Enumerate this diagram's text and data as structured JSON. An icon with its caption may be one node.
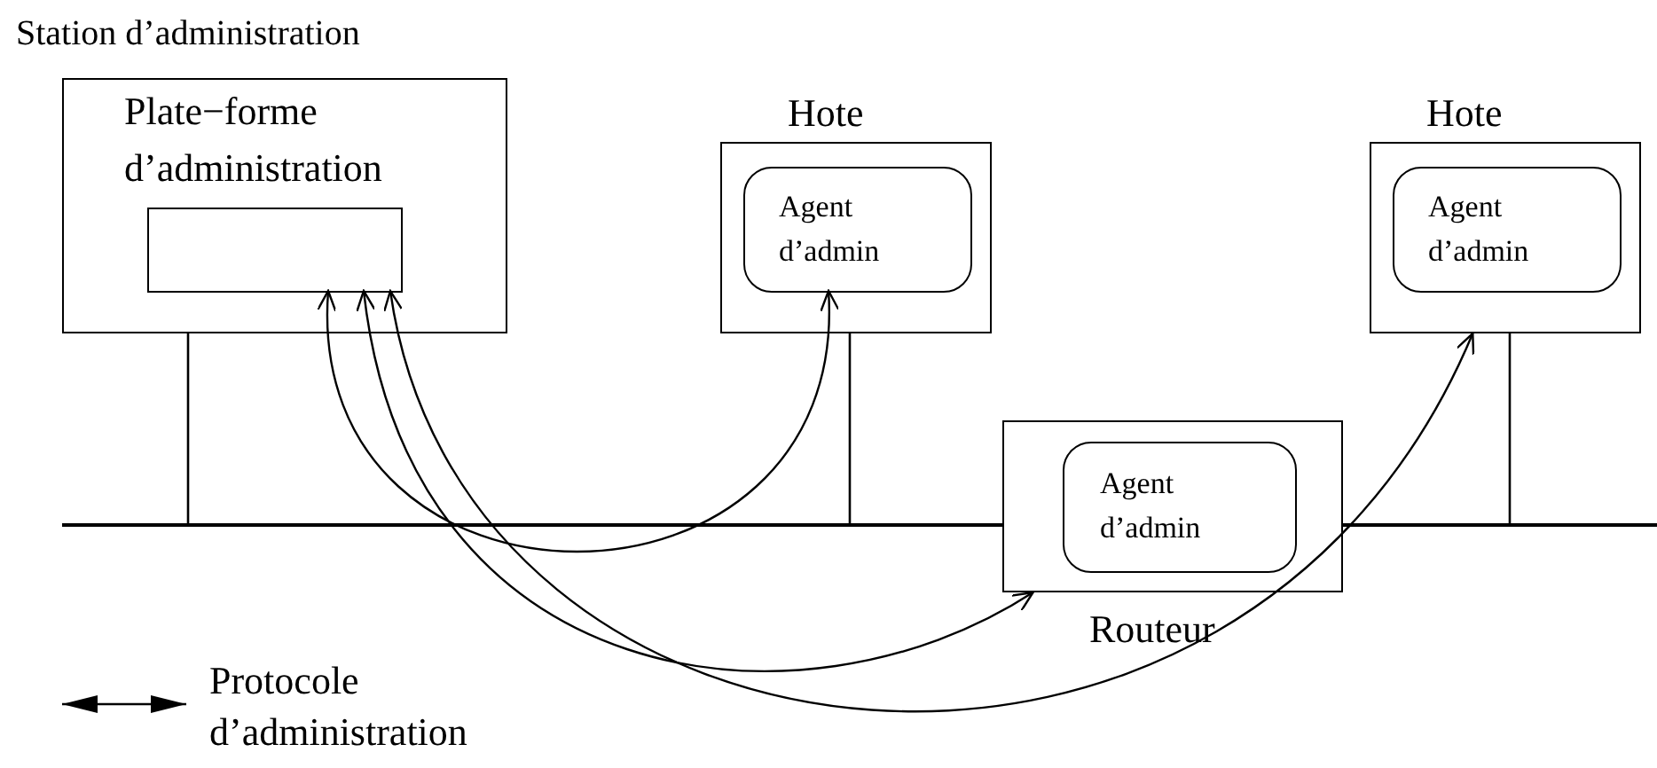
{
  "diagram": {
    "nodes": [
      {
        "text": [
          "Station d’administration",
          "Plate−forme d’administration"
        ]
      },
      {
        "text": [],
        "shape": "box",
        "in": 0
      },
      {
        "text": [
          "Hote"
        ]
      },
      {
        "text": [
          "Agent d’admin"
        ],
        "in": 2
      },
      {
        "text": [
          "Routeur"
        ]
      },
      {
        "text": [
          "Agent d’admin"
        ],
        "in": 4
      },
      {
        "text": [
          "Hote"
        ]
      },
      {
        "text": [
          "Agent d’admin"
        ],
        "in": 6
      },
      {
        "text": [],
        "shape": "bar"
      }
    ],
    "edges": [
      {
        "from": 1,
        "to": 3,
        "arrow": "both"
      },
      {
        "from": 1,
        "to": 4,
        "arrow": "both"
      },
      {
        "from": 1,
        "to": 6,
        "arrow": "both"
      },
      {
        "from": 0,
        "to": 8,
        "arrow": "none"
      },
      {
        "from": 2,
        "to": 8,
        "arrow": "none"
      },
      {
        "from": 6,
        "to": 8,
        "arrow": "none"
      }
    ],
    "legend": [
      {
        "text": "Protocole d’administration"
      }
    ]
  }
}
